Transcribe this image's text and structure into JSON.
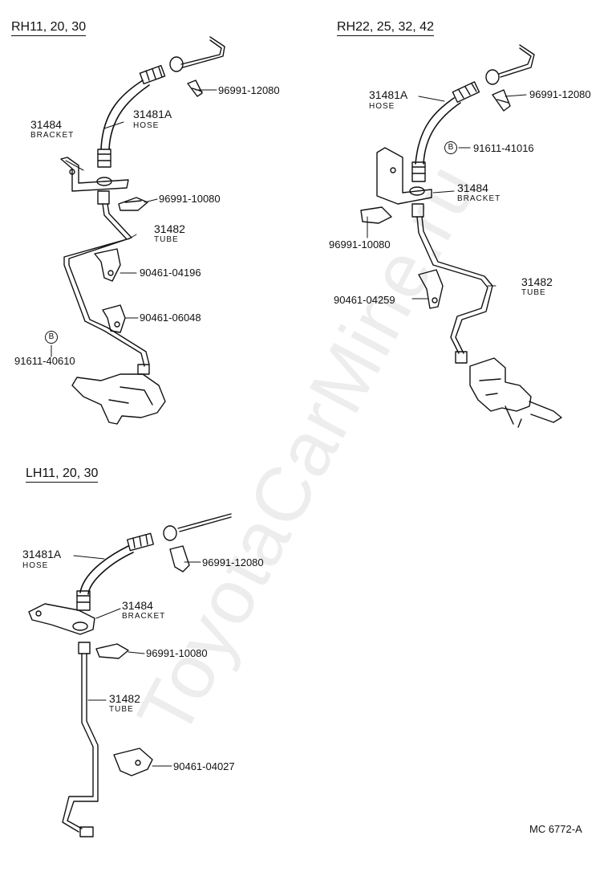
{
  "watermark": "ToyotaCarMine.ru",
  "footer_code": "MC 6772-A",
  "groups": [
    {
      "heading": "RH11, 20, 30",
      "callouts": [
        {
          "part_no": "96991-12080"
        },
        {
          "part_no": "31481A",
          "name": "HOSE"
        },
        {
          "part_no": "31484",
          "name": "BRACKET"
        },
        {
          "part_no": "96991-10080"
        },
        {
          "part_no": "31482",
          "name": "TUBE"
        },
        {
          "part_no": "90461-04196"
        },
        {
          "part_no": "90461-06048"
        },
        {
          "part_no": "91611-40610",
          "marker": "B"
        }
      ]
    },
    {
      "heading": "RH22, 25, 32, 42",
      "callouts": [
        {
          "part_no": "31481A",
          "name": "HOSE"
        },
        {
          "part_no": "96991-12080"
        },
        {
          "part_no": "91611-41016",
          "marker": "B"
        },
        {
          "part_no": "31484",
          "name": "BRACKET"
        },
        {
          "part_no": "96991-10080"
        },
        {
          "part_no": "31482",
          "name": "TUBE"
        },
        {
          "part_no": "90461-04259"
        }
      ]
    },
    {
      "heading": "LH11, 20, 30",
      "callouts": [
        {
          "part_no": "31481A",
          "name": "HOSE"
        },
        {
          "part_no": "96991-12080"
        },
        {
          "part_no": "31484",
          "name": "BRACKET"
        },
        {
          "part_no": "96991-10080"
        },
        {
          "part_no": "31482",
          "name": "TUBE"
        },
        {
          "part_no": "90461-04027"
        }
      ]
    }
  ]
}
